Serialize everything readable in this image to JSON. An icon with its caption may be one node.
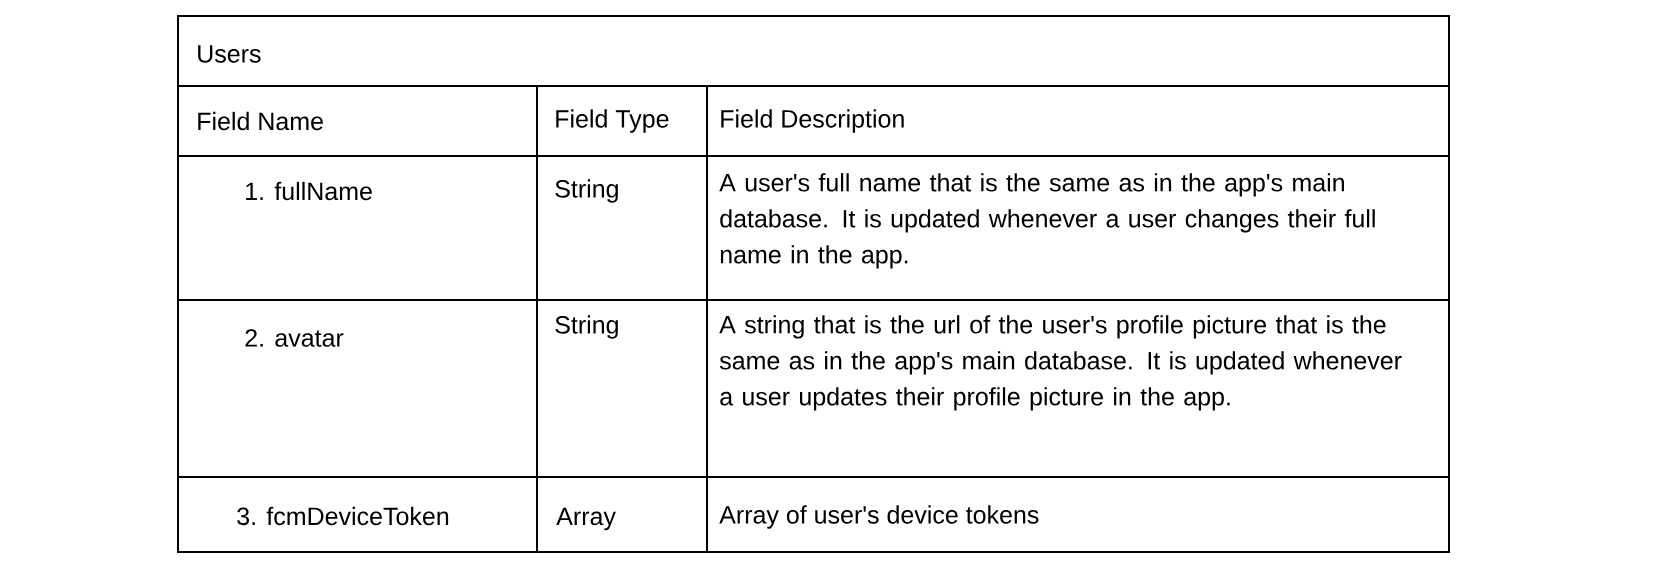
{
  "diagram": {
    "labels": [
      "Users",
      "Field Name",
      "Field Type",
      "Field Description",
      "1. fullName",
      "String",
      "A user's full name that is the same as in the app's main database. It is updated whenever a user changes their full name in the app.",
      "2. avatar",
      "String",
      "A string that is the url of the user's profile picture that is the same as in the app's main database. It is updated whenever a user updates their profile picture in the app.",
      "3. fcmDeviceToken",
      "Array",
      "Array of user's device tokens"
    ]
  }
}
